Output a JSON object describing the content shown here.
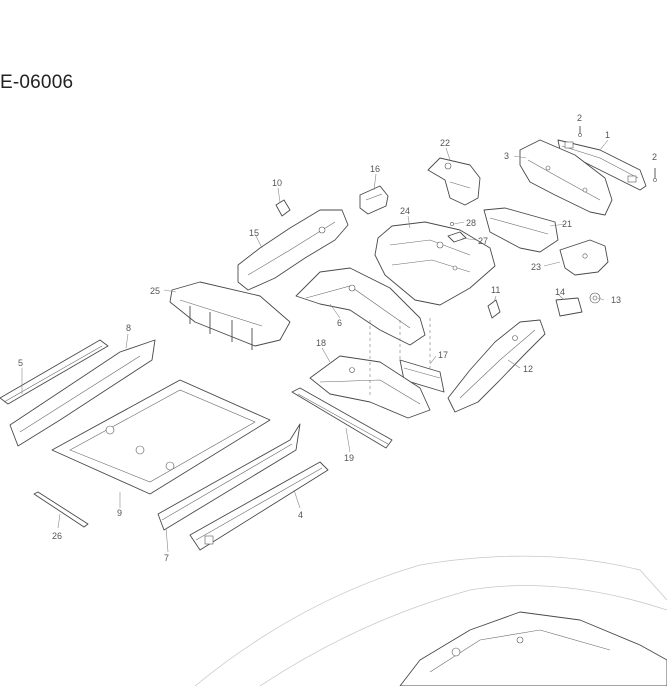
{
  "diagram": {
    "title": "E-06006"
  },
  "callouts": {
    "c1": "1",
    "c2a": "2",
    "c2b": "2",
    "c3": "3",
    "c4": "4",
    "c5": "5",
    "c6": "6",
    "c7": "7",
    "c8": "8",
    "c9": "9",
    "c10": "10",
    "c11": "11",
    "c12": "12",
    "c13": "13",
    "c14": "14",
    "c15": "15",
    "c16": "16",
    "c17": "17",
    "c18": "18",
    "c19": "19",
    "c21": "21",
    "c22": "22",
    "c23": "23",
    "c24": "24",
    "c25": "25",
    "c26": "26",
    "c27": "27",
    "c28": "28"
  }
}
